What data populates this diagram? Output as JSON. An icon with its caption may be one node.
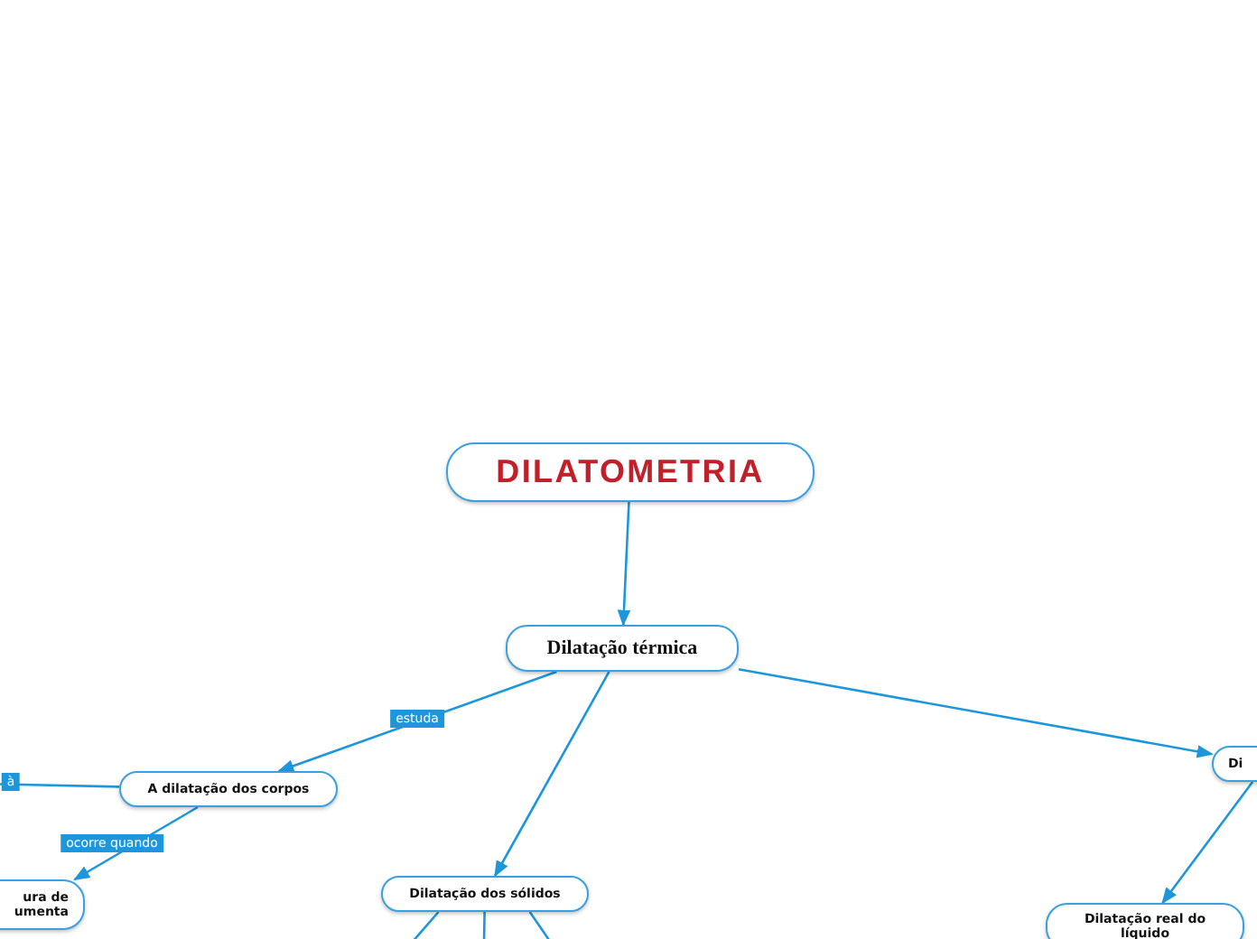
{
  "diagram": {
    "nodes": [
      {
        "text": [
          "DILATOMETRIA"
        ]
      },
      {
        "text": [
          "Dilatação térmica"
        ]
      },
      {
        "text": [
          "A dilatação dos corpos"
        ]
      },
      {
        "text": [
          "Dilatação dos sólidos"
        ]
      },
      {
        "text": [
          "Di"
        ]
      },
      {
        "text": [
          "ura de umenta"
        ]
      },
      {
        "text": [
          "Dilatação real do líquido"
        ]
      }
    ],
    "edges": [
      {
        "from": 0,
        "to": 1,
        "arrow": "to"
      },
      {
        "from": 1,
        "to": 2,
        "arrow": "to",
        "label": "estuda"
      },
      {
        "from": 1,
        "to": 3,
        "arrow": "to"
      },
      {
        "from": 1,
        "to": 4,
        "arrow": "to"
      },
      {
        "from": 2,
        "to": null,
        "arrow": "none",
        "label": "à"
      },
      {
        "from": 2,
        "to": 5,
        "arrow": "to",
        "label": "ocorre quando"
      },
      {
        "from": 3,
        "to": null,
        "arrow": "none"
      },
      {
        "from": 3,
        "to": null,
        "arrow": "none"
      },
      {
        "from": 3,
        "to": null,
        "arrow": "none"
      },
      {
        "from": 4,
        "to": 6,
        "arrow": "to"
      }
    ]
  }
}
